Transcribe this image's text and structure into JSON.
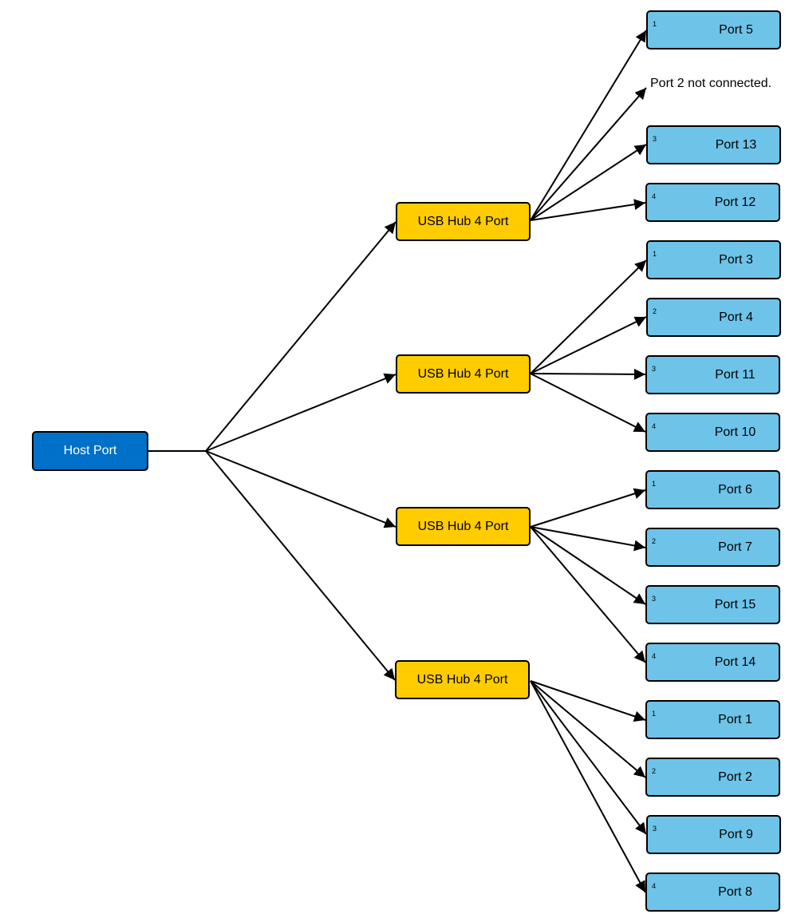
{
  "host": {
    "label": "Host Port"
  },
  "hubs": [
    {
      "label": "USB Hub 4 Port",
      "ports": [
        {
          "num": "1",
          "label": "Port 5",
          "connected": true
        },
        {
          "num": "",
          "label": "Port 2 not connected.",
          "connected": false
        },
        {
          "num": "3",
          "label": "Port 13",
          "connected": true
        },
        {
          "num": "4",
          "label": "Port 12",
          "connected": true
        }
      ]
    },
    {
      "label": "USB Hub 4 Port",
      "ports": [
        {
          "num": "1",
          "label": "Port 3",
          "connected": true
        },
        {
          "num": "2",
          "label": "Port 4",
          "connected": true
        },
        {
          "num": "3",
          "label": "Port 11",
          "connected": true
        },
        {
          "num": "4",
          "label": "Port 10",
          "connected": true
        }
      ]
    },
    {
      "label": "USB Hub 4 Port",
      "ports": [
        {
          "num": "1",
          "label": "Port 6",
          "connected": true
        },
        {
          "num": "2",
          "label": "Port 7",
          "connected": true
        },
        {
          "num": "3",
          "label": "Port 15",
          "connected": true
        },
        {
          "num": "4",
          "label": "Port 14",
          "connected": true
        }
      ]
    },
    {
      "label": "USB Hub 4 Port",
      "ports": [
        {
          "num": "1",
          "label": "Port 1",
          "connected": true
        },
        {
          "num": "2",
          "label": "Port 2",
          "connected": true
        },
        {
          "num": "3",
          "label": "Port 9",
          "connected": true
        },
        {
          "num": "4",
          "label": "Port 8",
          "connected": true
        }
      ]
    }
  ],
  "colors": {
    "host": "#0070c8",
    "hub": "#ffcc00",
    "port": "#6ec3e8",
    "line": "#000000"
  }
}
